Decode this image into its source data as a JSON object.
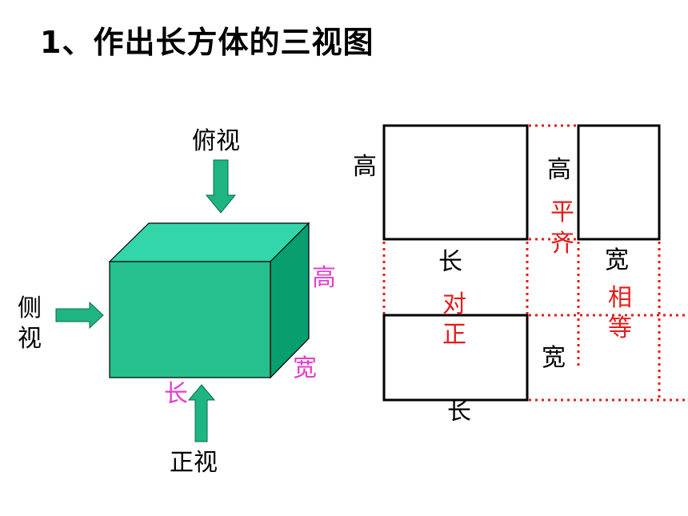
{
  "title": "1、作出长方体的三视图",
  "colors": {
    "box_front": "#25c08e",
    "box_top": "#33d6a8",
    "box_side": "#089e70",
    "arrow": "#1eb583",
    "dim_label": "#e53dd0",
    "relation_label": "#e61b1b",
    "dotted_line": "#e61b1b"
  },
  "cuboid": {
    "view_labels": {
      "top": "俯视",
      "side_line1": "侧",
      "side_line2": "视",
      "front": "正视"
    },
    "dimension_labels": {
      "height": "高",
      "width": "宽",
      "length": "长"
    }
  },
  "three_views": {
    "front_view": {
      "height_label": "高",
      "length_label": "长"
    },
    "side_view": {
      "height_label": "高",
      "width_label": "宽"
    },
    "top_view": {
      "width_label": "宽",
      "length_label": "长"
    },
    "relations": {
      "height_aligned": [
        "平",
        "齐"
      ],
      "length_aligned": [
        "对",
        "正"
      ],
      "width_equal": [
        "相",
        "等"
      ]
    }
  }
}
